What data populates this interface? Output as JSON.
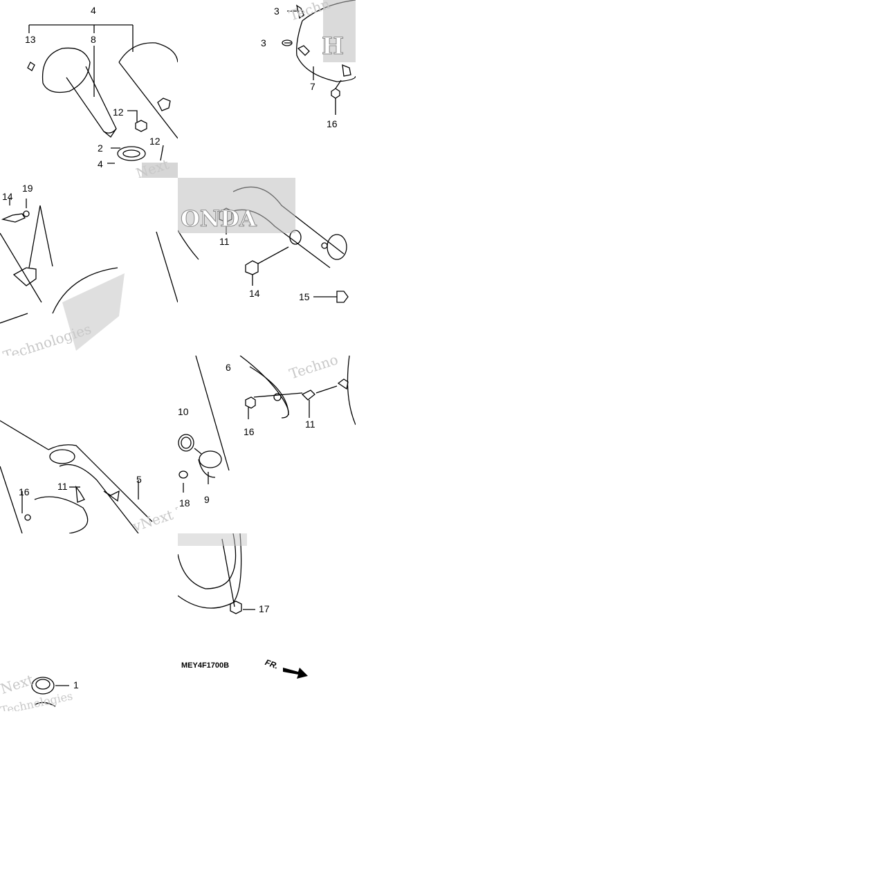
{
  "diagram": {
    "code": "MEY4F1700B",
    "front_marker": "FR.",
    "callouts": {
      "c_4_top": "4",
      "c_8": "8",
      "c_13": "13",
      "c_12a": "12",
      "c_2": "2",
      "c_4_low": "4",
      "c_12b": "12",
      "c_3a": "3",
      "c_3b": "3",
      "c_7": "7",
      "c_16a": "16",
      "c_19": "19",
      "c_14a": "14",
      "c_11a": "11",
      "c_14b": "14",
      "c_15": "15",
      "c_16b": "16",
      "c_11b": "11",
      "c_5": "5",
      "c_10": "10",
      "c_18": "18",
      "c_9": "9",
      "c_6": "6",
      "c_16c": "16",
      "c_11c": "11",
      "c_17": "17",
      "c_1": "1"
    }
  }
}
